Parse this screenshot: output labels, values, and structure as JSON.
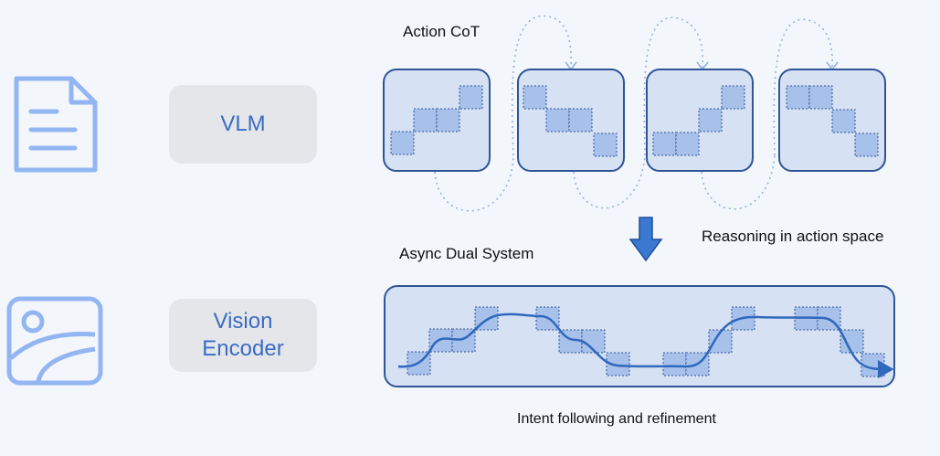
{
  "modules": {
    "vlm_label": "VLM",
    "vision_encoder_label": "Vision\nEncoder"
  },
  "labels": {
    "action_cot": "Action CoT",
    "async_dual_system": "Async Dual System",
    "reasoning": "Reasoning in action space",
    "intent": "Intent following and refinement"
  },
  "icons": {
    "input_text": "document-icon",
    "input_image": "image-icon",
    "flow": "down-arrow-icon"
  },
  "colors": {
    "module_text": "#3b6cc4",
    "box_fill": "#d6e1f4",
    "box_border": "#2f5597",
    "token_fill": "#a7c1ea",
    "curve": "#2f68bd",
    "dotted_link": "#8eaee0",
    "icon": "#93b6f3"
  },
  "cot_frames": 4
}
